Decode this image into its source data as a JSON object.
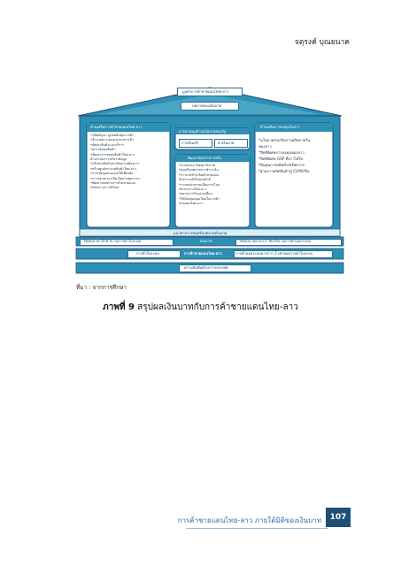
{
  "header": {
    "author": "จตุรงค์ บุณยนาค"
  },
  "figure": {
    "roof_top_label": "มูลค่าการค้าชายแดนไทย-ลาว",
    "roof_sub_label": "บทบาทของเงินบาท",
    "left_pillar": {
      "title": "ด้านเสริมการค้าชายแดนไทย-ลาว",
      "items": [
        "•ขจัดปัญหา ลูปลดต้นทุนการค้า",
        "•อำนวยความสะดวกทางการค้า",
        "•พัฒนาสินค้าและบริการ",
        "•ยกระดับสุขสินค้า",
        "•พัฒนาการขนส่งสินค้าไทย-ลาว",
        "  ด้านระบบการบริหารข้อมูล",
        "•ปรับปรุงสินค้าตรงกับความต้องการ",
        "•สร้างศูนย์กระจายสินค้าไทย-ลาว",
        "•การเปิดจุดผ่านแดนให้เพียงพอ",
        "•การขยายเวลาเปิด-ปิดด่านศุลกากร",
        "•พัฒนาช่องทางการจำหน่ายแบบ",
        "  Online และ Offline"
      ]
    },
    "center_top": {
      "title": "การควบคุมด้านนโยบายของรัฐ",
      "btn_left": "การเงินเสรี",
      "btn_right": "ค่าเงินบาท"
    },
    "center_pillar": {
      "title": "พัฒนาช่องทางการเงิน",
      "items": [
        "*Currency Swap กับบาท",
        "*ส่งเสริมบทบาทการชำระเงิน",
        "*การจ่ายชำระสินค้าชายแดน",
        "  ด้วยระบบอิเล็กทรอนิกส์",
        "*การลดค่าธรรมเนียมการโอน",
        "  เงินระหว่างไทย-ลาว",
        "*ขยายการรับแลกเปลี่ยน",
        "*ให้เงินทุนหมุนเวียนในการค้า",
        "  ชายแดนไทย-ลาว"
      ]
    },
    "right_pillar": {
      "title": "ด้านเสริมการลงทุนในลาว",
      "items": [
        "*นโยบายส่งเสริมการผลิตภายใน",
        "  ของลาว",
        "*สิทธิพิเศษการลงทุนของลาว",
        "*สิทธิพิเศษ GSP ที่ลาวได้รับ",
        "*ต้นทุนการผลิตต่ำ/ทรัพยากร",
        "*ฐานการผลิตสินค้าสู่ CLMV/จีน"
      ]
    },
    "bottom_bar": "แนวทางการส่งเสริมบทบาทเงินบาท",
    "floor": {
      "left": "ใช้เงินบาท 59.6 % ในการค้าในระบบ",
      "center": "เงินบาท",
      "right": "ใช้เงินบาทมากกว่า 90.0% ในการค้านอกระบบ"
    },
    "base_row": {
      "left": "การค้าในระบบ",
      "center": "การค้าชายแดนไทย-ลาว",
      "right": "การค้านอกระบบมากกว่า 2 เท่าของการค้าในระบบ"
    },
    "foundation": "ความสัมพันธ์ระหว่างประเทศ"
  },
  "source": "ที่มา : จากการศึกษา",
  "caption": {
    "label": "ภาพที่ 9",
    "text": " สรุปผลเงินบาทกับการค้าชายแดนไทย-ลาว"
  },
  "footer": {
    "title": "การค้าชายแดนไทย-ลาว ภายใต้มิติของเงินบาท",
    "page": "107"
  },
  "colors": {
    "teal": "#2d8fb3",
    "dark": "#1f4e79",
    "light": "#d9eef6"
  }
}
